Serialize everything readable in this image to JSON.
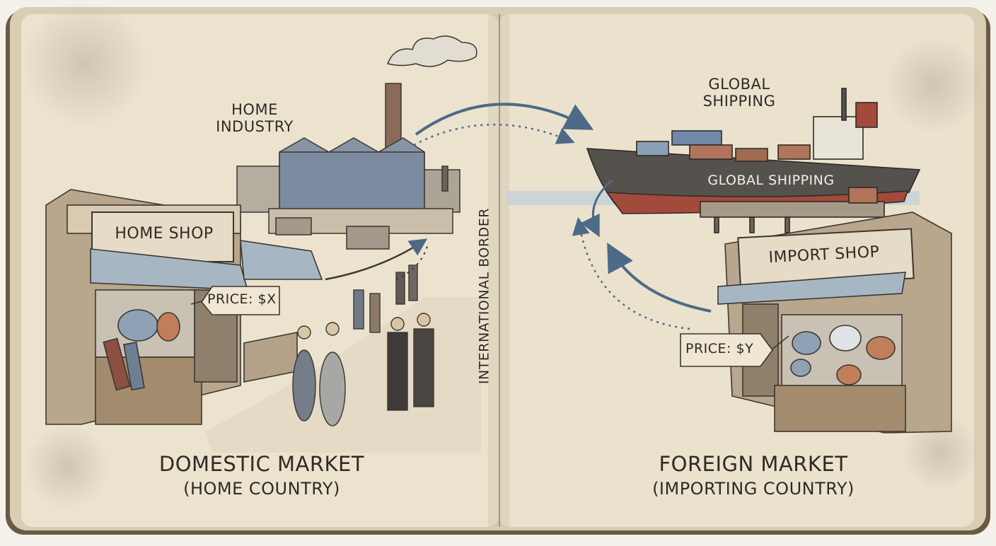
{
  "labels": {
    "home_industry": [
      "HOME",
      "INDUSTRY"
    ],
    "global_shipping_top": [
      "GLOBAL",
      "SHIPPING"
    ],
    "global_shipping_hull": "GLOBAL SHIPPING",
    "home_shop": "HOME SHOP",
    "import_shop": "IMPORT SHOP",
    "price_home": "PRICE: $X",
    "price_import": "PRICE: $Y",
    "border": "INTERNATIONAL BORDER",
    "domestic_title": "DOMESTIC MARKET",
    "domestic_subtitle": "(HOME COUNTRY)",
    "foreign_title": "FOREIGN MARKET",
    "foreign_subtitle": "(IMPORTING COUNTRY)"
  },
  "colors": {
    "paper": "#ece3cf",
    "ink": "#2f2a24",
    "arrow_blue": "#4d6a86",
    "ship_hull": "#55524e",
    "hull_red": "#a24a3c",
    "awning_blue": "#9fb0c0"
  }
}
